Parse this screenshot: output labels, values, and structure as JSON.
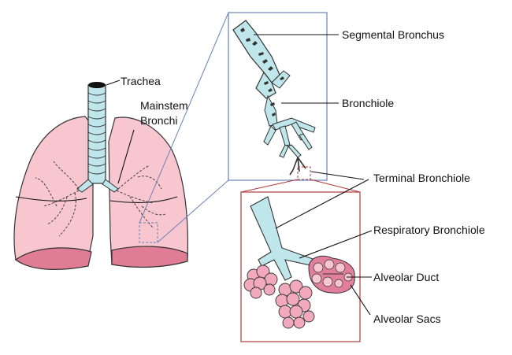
{
  "labels": {
    "trachea": "Trachea",
    "mainstem_line1": "Mainstem",
    "mainstem_line2": "Bronchi",
    "segmental_bronchus": "Segmental Bronchus",
    "bronchiole": "Bronchiole",
    "terminal_bronchiole": "Terminal Bronchiole",
    "respiratory_bronchiole": "Respiratory Bronchiole",
    "alveolar_duct": "Alveolar Duct",
    "alveolar_sacs": "Alveolar Sacs"
  },
  "colors": {
    "lung_fill": "#f7c6cf",
    "lung_base": "#e07d94",
    "airway_fill": "#bfe6ea",
    "alveoli_fill": "#f2a9bd",
    "alveoli_dark": "#e17f9c",
    "zoom_blue": "#6a82b8",
    "zoom_red": "#b23a3a"
  }
}
